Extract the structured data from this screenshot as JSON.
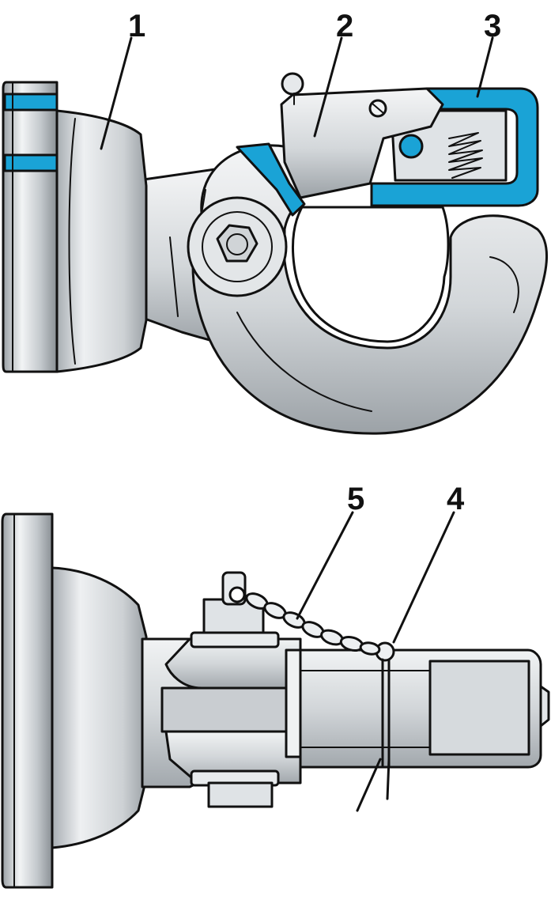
{
  "callouts": {
    "c1": "1",
    "c2": "2",
    "c3": "3",
    "c4": "4",
    "c5": "5"
  },
  "colors": {
    "metal_light": "#eef0f2",
    "metal_mid": "#c9cdd1",
    "metal_dark": "#8d9297",
    "accent_blue": "#1aa3d6",
    "outline": "#111111"
  }
}
